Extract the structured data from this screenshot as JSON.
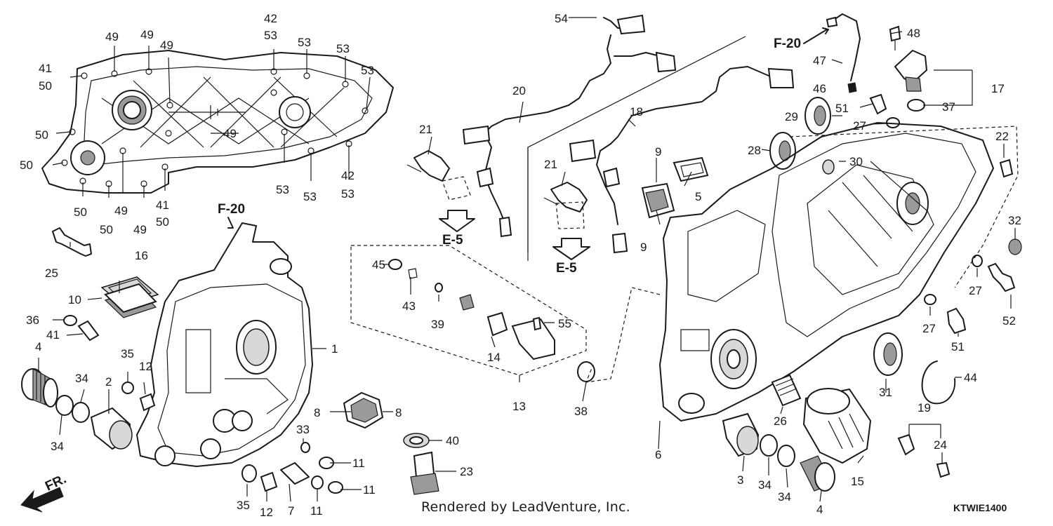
{
  "part_labels": [
    {
      "text": "49"
    },
    {
      "text": "49"
    },
    {
      "text": "49"
    },
    {
      "text": "42"
    },
    {
      "text": "53"
    },
    {
      "text": "53"
    },
    {
      "text": "53"
    },
    {
      "text": "53"
    },
    {
      "text": "41"
    },
    {
      "text": "50"
    },
    {
      "text": "50"
    },
    {
      "text": "50"
    },
    {
      "text": "49"
    },
    {
      "text": "50"
    },
    {
      "text": "50"
    },
    {
      "text": "49"
    },
    {
      "text": "49"
    },
    {
      "text": "41"
    },
    {
      "text": "50"
    },
    {
      "text": "53"
    },
    {
      "text": "53"
    },
    {
      "text": "42"
    },
    {
      "text": "53"
    },
    {
      "text": "54"
    },
    {
      "text": "20"
    },
    {
      "text": "21"
    },
    {
      "text": "18"
    },
    {
      "text": "21"
    },
    {
      "text": "9"
    },
    {
      "text": "5"
    },
    {
      "text": "9"
    },
    {
      "text": "47"
    },
    {
      "text": "48"
    },
    {
      "text": "17"
    },
    {
      "text": "46"
    },
    {
      "text": "51"
    },
    {
      "text": "37"
    },
    {
      "text": "29"
    },
    {
      "text": "27"
    },
    {
      "text": "28"
    },
    {
      "text": "30"
    },
    {
      "text": "22"
    },
    {
      "text": "25"
    },
    {
      "text": "16"
    },
    {
      "text": "10"
    },
    {
      "text": "36"
    },
    {
      "text": "41"
    },
    {
      "text": "1"
    },
    {
      "text": "4"
    },
    {
      "text": "35"
    },
    {
      "text": "34"
    },
    {
      "text": "2"
    },
    {
      "text": "12"
    },
    {
      "text": "34"
    },
    {
      "text": "45"
    },
    {
      "text": "43"
    },
    {
      "text": "39"
    },
    {
      "text": "14"
    },
    {
      "text": "55"
    },
    {
      "text": "13"
    },
    {
      "text": "8"
    },
    {
      "text": "8"
    },
    {
      "text": "33"
    },
    {
      "text": "40"
    },
    {
      "text": "23"
    },
    {
      "text": "11"
    },
    {
      "text": "11"
    },
    {
      "text": "35"
    },
    {
      "text": "12"
    },
    {
      "text": "7"
    },
    {
      "text": "11"
    },
    {
      "text": "38"
    },
    {
      "text": "6"
    },
    {
      "text": "26"
    },
    {
      "text": "3"
    },
    {
      "text": "34"
    },
    {
      "text": "34"
    },
    {
      "text": "4"
    },
    {
      "text": "15"
    },
    {
      "text": "31"
    },
    {
      "text": "44"
    },
    {
      "text": "19"
    },
    {
      "text": "24"
    },
    {
      "text": "32"
    },
    {
      "text": "27"
    },
    {
      "text": "52"
    },
    {
      "text": "27"
    },
    {
      "text": "51"
    }
  ],
  "refs": [
    {
      "text": "F-20"
    },
    {
      "text": "F-20"
    },
    {
      "text": "E-5"
    },
    {
      "text": "E-5"
    },
    {
      "text": "FR."
    }
  ],
  "footer": "Rendered by LeadVenture, Inc.",
  "diagram_code": "KTWIE1400",
  "colors": {
    "line": "#1a1a1a",
    "background": "#ffffff",
    "shade": "#9a9a9a"
  }
}
